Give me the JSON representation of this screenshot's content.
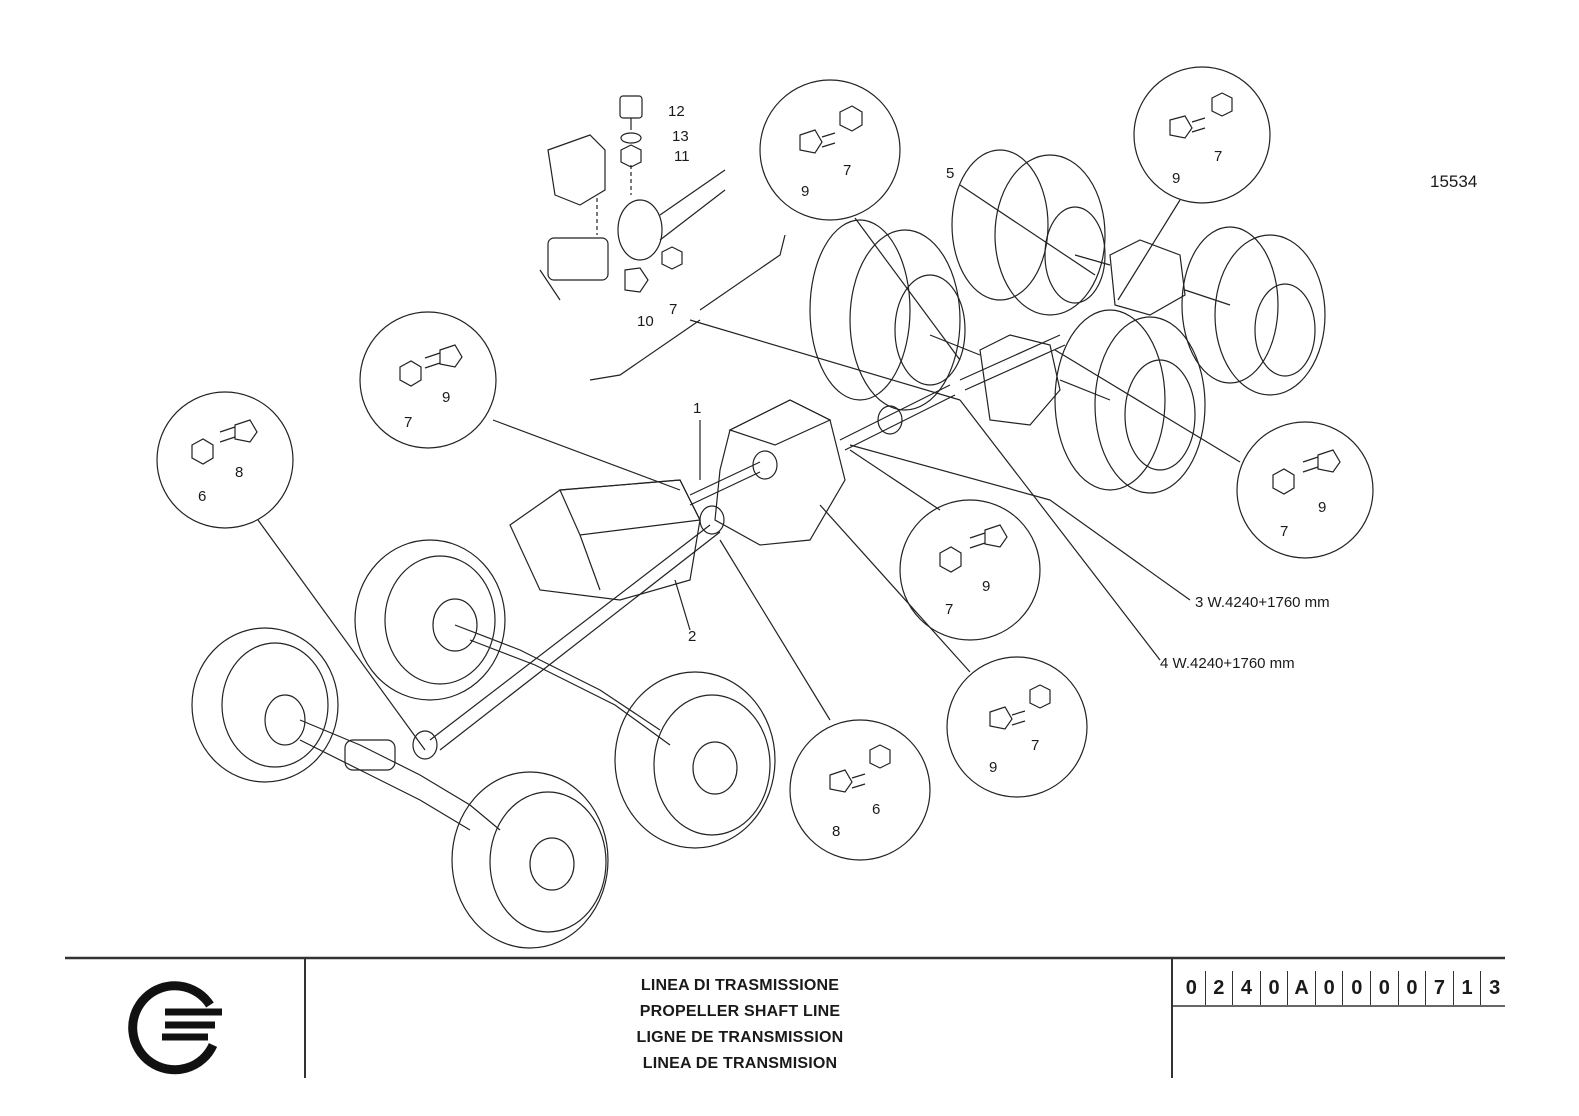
{
  "drawing": {
    "figure_number": "15534",
    "part_refs": [
      {
        "id": "ref-1",
        "text": "1"
      },
      {
        "id": "ref-2",
        "text": "2"
      },
      {
        "id": "ref-5",
        "text": "5"
      },
      {
        "id": "ref-12",
        "text": "12"
      },
      {
        "id": "ref-13",
        "text": "13"
      },
      {
        "id": "ref-11",
        "text": "11"
      },
      {
        "id": "ref-10",
        "text": "10"
      },
      {
        "id": "ref-7a",
        "text": "7"
      }
    ],
    "notes": {
      "w3": "3 W.4240+1760 mm",
      "w4": "4 W.4240+1760 mm"
    },
    "callouts": [
      {
        "name": "callout-7-9-top",
        "a": "7",
        "b": "9"
      },
      {
        "name": "callout-9-7-topright",
        "a": "9",
        "b": "7"
      },
      {
        "name": "callout-7-9-left",
        "a": "7",
        "b": "9"
      },
      {
        "name": "callout-6-8-left",
        "a": "6",
        "b": "8"
      },
      {
        "name": "callout-7-9-right",
        "a": "7",
        "b": "9"
      },
      {
        "name": "callout-7-9-center",
        "a": "7",
        "b": "9"
      },
      {
        "name": "callout-9-7-lower",
        "a": "9",
        "b": "7"
      },
      {
        "name": "callout-8-6-bottom",
        "a": "8",
        "b": "6"
      }
    ]
  },
  "titleblock": {
    "titles": [
      "LINEA DI TRASMISSIONE",
      "PROPELLER SHAFT LINE",
      "LIGNE DE TRANSMISSION",
      "LINEA DE TRANSMISION"
    ],
    "code_chars": [
      "0",
      "2",
      "4",
      "0",
      "A",
      "0",
      "0",
      "0",
      "0",
      "7",
      "1",
      "3"
    ]
  }
}
